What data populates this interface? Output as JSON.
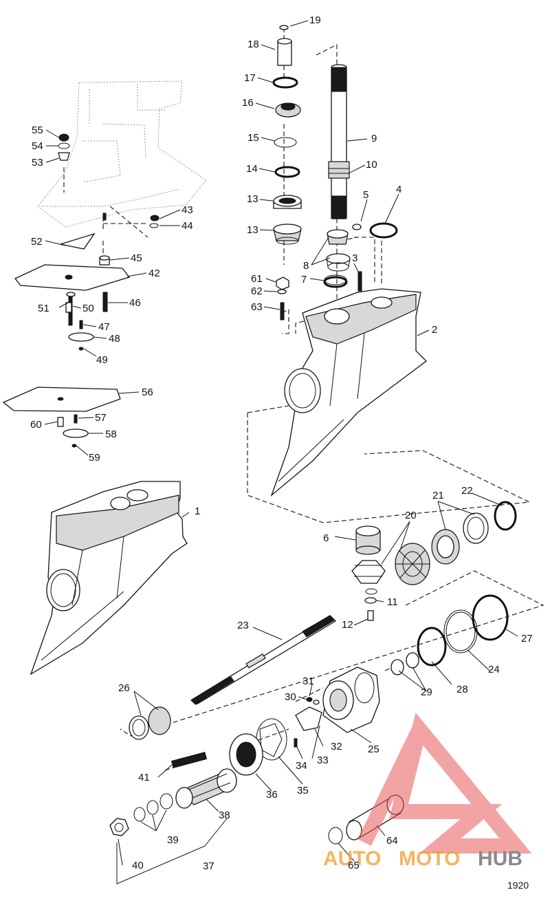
{
  "diagram": {
    "figure_number": "1920",
    "watermark": "AUTOMOTOHUB",
    "watermark_parts": [
      "AUTO",
      "MOTO",
      "HUB"
    ],
    "watermark_colors": {
      "accent": "#f2a33c",
      "logo": "#e85a5a",
      "text_gray": "#8a8a8a"
    },
    "callouts": [
      "1",
      "2",
      "3",
      "4",
      "5",
      "6",
      "7",
      "8",
      "9",
      "10",
      "11",
      "12",
      "13",
      "13",
      "14",
      "15",
      "16",
      "17",
      "18",
      "19",
      "20",
      "21",
      "22",
      "23",
      "24",
      "25",
      "26",
      "27",
      "28",
      "29",
      "30",
      "31",
      "32",
      "33",
      "34",
      "35",
      "36",
      "37",
      "38",
      "39",
      "40",
      "41",
      "42",
      "43",
      "44",
      "45",
      "46",
      "47",
      "48",
      "49",
      "50",
      "51",
      "52",
      "53",
      "54",
      "55",
      "56",
      "57",
      "58",
      "59",
      "60",
      "61",
      "62",
      "63",
      "64",
      "65"
    ]
  }
}
